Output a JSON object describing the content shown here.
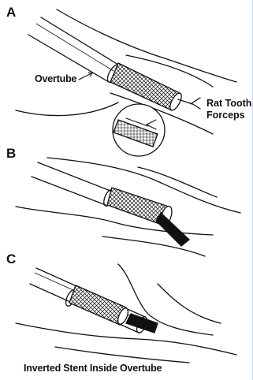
{
  "panels": [
    {
      "letter": "A"
    },
    {
      "letter": "B"
    },
    {
      "letter": "C"
    }
  ],
  "labels": {
    "overtube": "Overtube",
    "forceps_line1": "Rat Tooth",
    "forceps_line2": "Forceps",
    "caption": "Inverted Stent Inside Overtube"
  },
  "colors": {
    "ink": "#111111",
    "background": "#ffffff",
    "edge": "#c9d3ee"
  }
}
